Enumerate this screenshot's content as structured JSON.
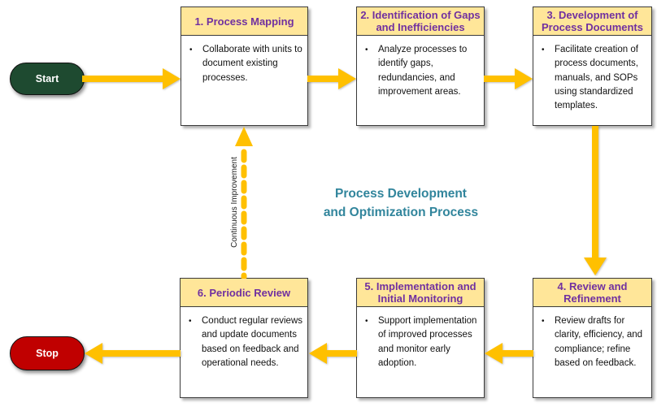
{
  "diagram": {
    "title_lines": [
      "Process Development",
      "and Optimization Process"
    ],
    "start_label": "Start",
    "stop_label": "Stop",
    "continuous_improvement_label": "Continuous Improvement",
    "boxes": [
      {
        "title": "1. Process Mapping",
        "body": "Collaborate with units to document existing processes."
      },
      {
        "title": "2. Identification of Gaps and Inefficiencies",
        "body": "Analyze processes to identify gaps, redundancies, and improvement areas."
      },
      {
        "title": "3. Development of Process Documents",
        "body": "Facilitate creation of process documents, manuals, and SOPs using standardized templates."
      },
      {
        "title": "4. Review and Refinement",
        "body": "Review drafts for clarity, efficiency, and compliance; refine based on feedback."
      },
      {
        "title": "5. Implementation and Initial Monitoring",
        "body": "Support implementation of improved processes and monitor early adoption."
      },
      {
        "title": "6. Periodic Review",
        "body": "Conduct regular reviews and update documents based on feedback and operational needs."
      }
    ],
    "colors": {
      "header_bg": "#FFE699",
      "header_text": "#7030A0",
      "arrow": "#FFC000",
      "start_bg": "#1E4A30",
      "stop_bg": "#C00000",
      "title_text": "#31859C",
      "box_border": "#3A3A3A"
    }
  }
}
